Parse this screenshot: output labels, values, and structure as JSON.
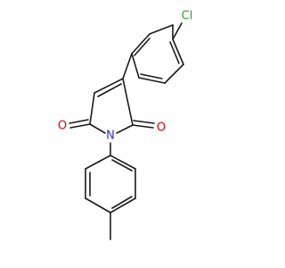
{
  "molecule": {
    "atoms": {
      "chlorine": {
        "symbol": "Cl",
        "color": "#2e9e2e"
      },
      "nitrogen": {
        "symbol": "N",
        "color": "#3333cc"
      },
      "oxygen_left": {
        "symbol": "O",
        "color": "#dd0000"
      },
      "oxygen_right": {
        "symbol": "O",
        "color": "#dd0000"
      }
    },
    "bond_color": "#1a1a1a"
  }
}
